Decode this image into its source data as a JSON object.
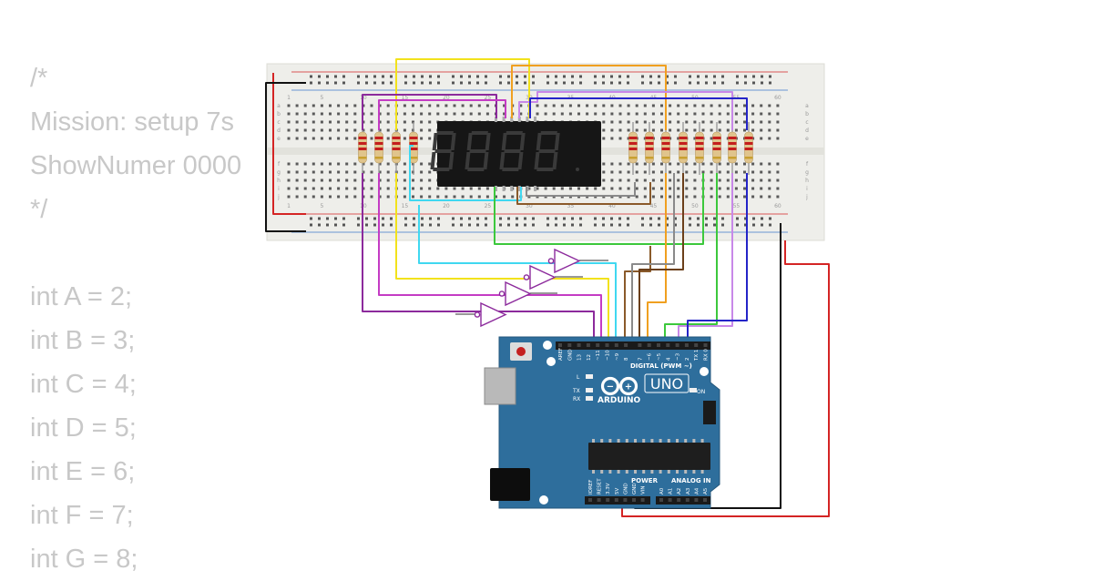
{
  "code_lines": [
    "/*",
    "Mission: setup 7s",
    "ShowNumer 0000",
    "*/",
    "",
    "int A = 2;",
    "int B = 3;",
    "int C = 4;",
    "int D = 5;",
    "int E = 6;",
    "int F = 7;",
    "int G = 8;"
  ],
  "breadboard": {
    "column_numbers": [
      "1",
      "5",
      "10",
      "15",
      "20",
      "25",
      "30",
      "35",
      "40",
      "45",
      "50",
      "55",
      "60"
    ],
    "row_letters_top": [
      "a",
      "b",
      "c",
      "d",
      "e"
    ],
    "row_letters_bottom": [
      "f",
      "g",
      "h",
      "i",
      "j"
    ]
  },
  "arduino": {
    "brand": "ARDUINO",
    "model": "UNO",
    "digital_label": "DIGITAL (PWM ~)",
    "power_label": "POWER",
    "analog_label": "ANALOG IN",
    "led_l": "L",
    "led_tx": "TX",
    "led_rx": "RX",
    "on_label": "ON",
    "digital_pins": [
      "AREF",
      "GND",
      "13",
      "12",
      "~11",
      "~10",
      "~9",
      "8",
      "7",
      "~6",
      "~5",
      "4",
      "~3",
      "2",
      "TX 1",
      "RX 0"
    ],
    "power_pins": [
      "IOREF",
      "RESET",
      "3.3V",
      "5V",
      "GND",
      "GND",
      "VIN"
    ],
    "analog_pins": [
      "A0",
      "A1",
      "A2",
      "A3",
      "A4",
      "A5"
    ]
  },
  "display": {
    "digits": [
      "8",
      "8",
      "8",
      "8"
    ]
  },
  "colors": {
    "code_text": "#c8c8c8",
    "breadboard": "#eeeeea",
    "arduino_board": "#2e6e9c",
    "display_body": "#161616",
    "segment": "#3a3a3a",
    "wire_red": "#d42424",
    "wire_black": "#111111",
    "wire_yellow": "#f2e21c",
    "wire_orange": "#f0a020",
    "wire_purple": "#8c2a9c",
    "wire_magenta": "#c43cc4",
    "wire_violet": "#c888e8",
    "wire_cyan": "#40d8f0",
    "wire_green": "#3cc83c",
    "wire_blue": "#2424c8",
    "wire_brown": "#8a5a2a",
    "wire_gray": "#8a8a8a"
  }
}
